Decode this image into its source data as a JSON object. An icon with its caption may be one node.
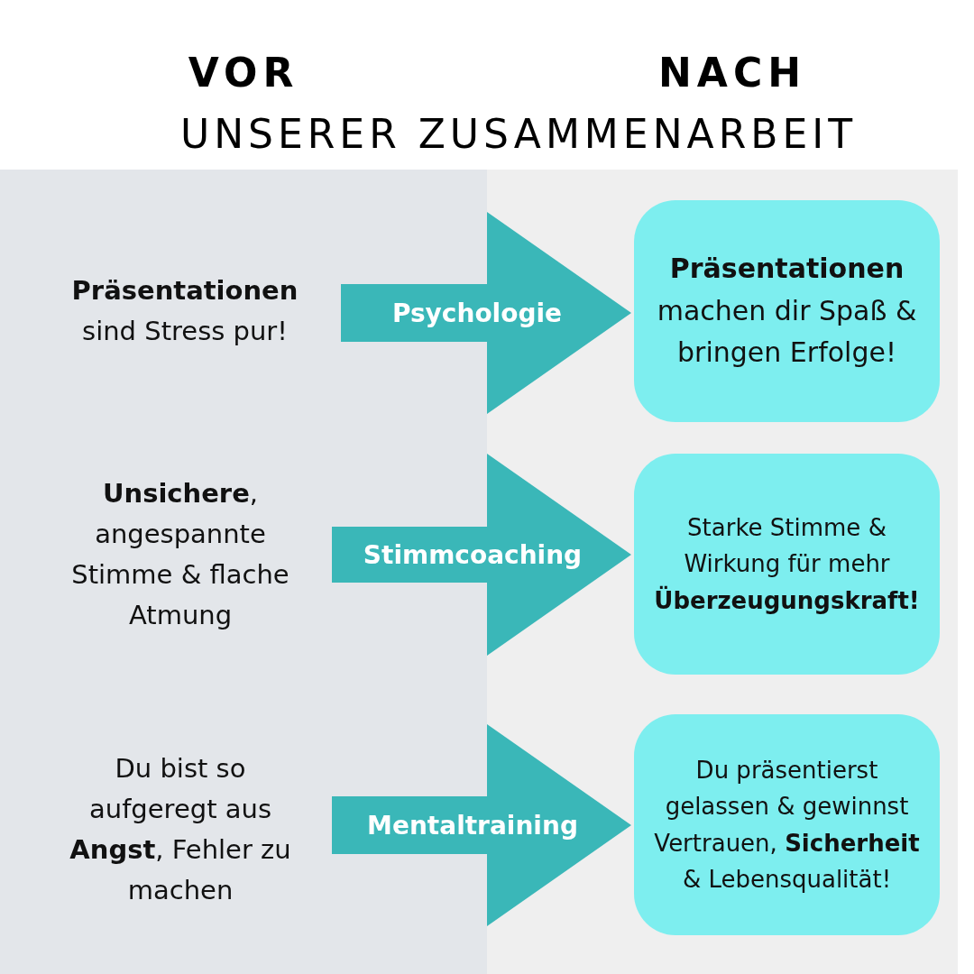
{
  "diagram": {
    "nodes": [
      {
        "text": [
          "**Präsentationen** sind Stress pur!"
        ]
      },
      {
        "text": [
          "**Präsentationen** machen dir Spaß & bringen Erfolge!"
        ]
      },
      {
        "text": [
          "**Unsichere**, angespannte Stimme & flache Atmung"
        ]
      },
      {
        "text": [
          "Starke Stimme & Wirkung für mehr **Überzeugungskraft!**"
        ]
      },
      {
        "text": [
          "Du bist so aufgeregt aus **Angst**, Fehler zu machen"
        ]
      },
      {
        "text": [
          "Du präsentierst gelassen & gewinnst Vertrauen, **Sicherheit** & Lebensqualität!"
        ]
      }
    ],
    "edges": [
      {
        "from": 0,
        "to": 1,
        "arrow": "to",
        "label": "Psychologie"
      },
      {
        "from": 2,
        "to": 3,
        "arrow": "to",
        "label": "Stimmcoaching"
      },
      {
        "from": 4,
        "to": 5,
        "arrow": "to",
        "label": "Mentaltraining"
      }
    ],
    "labels": [
      "VOR",
      "NACH",
      "UNSERER ZUSAMMENARBEIT"
    ]
  }
}
